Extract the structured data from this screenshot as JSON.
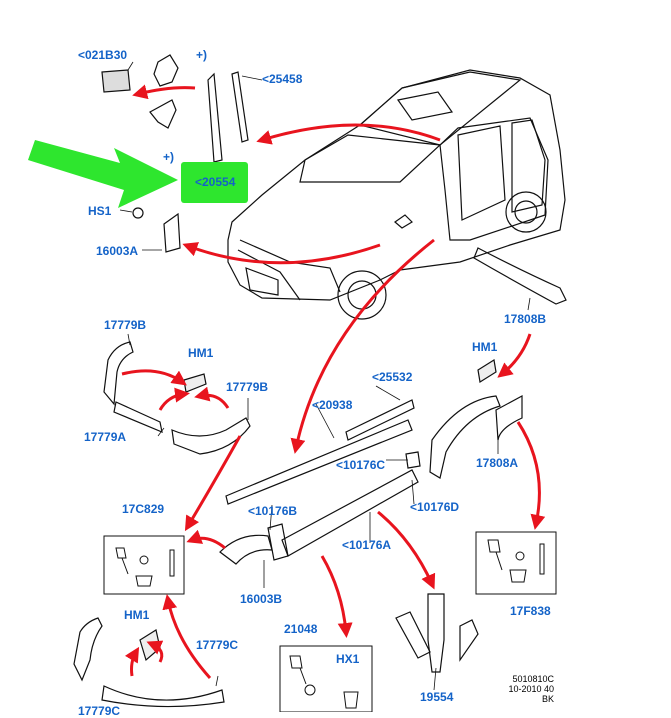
{
  "labels": {
    "p021B30": "<021B30",
    "p25458": "<25458",
    "p20554": "<20554",
    "hs1": "HS1",
    "p16003A": "16003A",
    "p17779B_a": "17779B",
    "hm1_a": "HM1",
    "p17779B_b": "17779B",
    "p17779A": "17779A",
    "p20938": "<20938",
    "p25532": "<25532",
    "p10176C": "<10176C",
    "hm1_b": "HM1",
    "p17808B": "17808B",
    "p17808A": "17808A",
    "p17C829": "17C829",
    "p10176B": "<10176B",
    "p10176D": "<10176D",
    "p10176A": "<10176A",
    "p16003B": "16003B",
    "hm1_c": "HM1",
    "p17779C_a": "17779C",
    "p17779C_b": "17779C",
    "p21048": "21048",
    "hx1": "HX1",
    "p19554": "19554",
    "p17F838": "17F838",
    "plus_a": "+)",
    "plus_b": "+)"
  },
  "footer": {
    "line1": "5010810C",
    "line2": "10-2010 40",
    "line3": "BK"
  },
  "colors": {
    "label": "#1463c8",
    "arrow": "#e8141e",
    "highlight": "#2ee62e"
  }
}
